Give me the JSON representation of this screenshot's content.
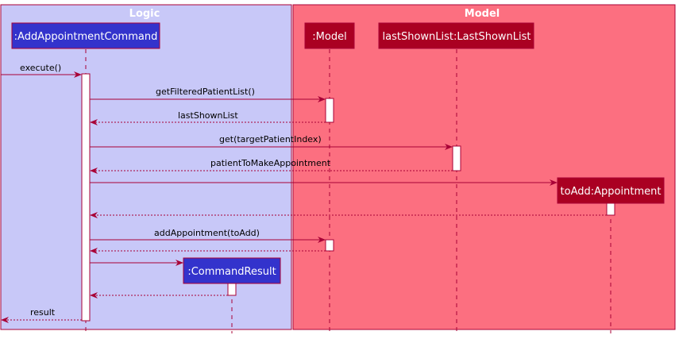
{
  "lanes": {
    "logic": {
      "title": "Logic"
    },
    "model": {
      "title": "Model"
    }
  },
  "participants": {
    "add_command": ":AddAppointmentCommand",
    "model": ":Model",
    "last_shown": "lastShownList:LastShownList",
    "to_add": "toAdd:Appointment",
    "command_result": ":CommandResult"
  },
  "messages": {
    "execute": "execute()",
    "get_filtered": "getFilteredPatientList()",
    "last_shown_ret": "lastShownList",
    "get_target": "get(targetPatientIndex)",
    "patient_ret": "patientToMakeAppointment",
    "add_appointment": "addAppointment(toAdd)",
    "result": "result"
  },
  "colors": {
    "logic_lane": "#C8C8F8",
    "model_lane": "#FC6F80",
    "logic_participant": "#3333CC",
    "model_participant": "#AA0022",
    "line": "#A80036"
  }
}
